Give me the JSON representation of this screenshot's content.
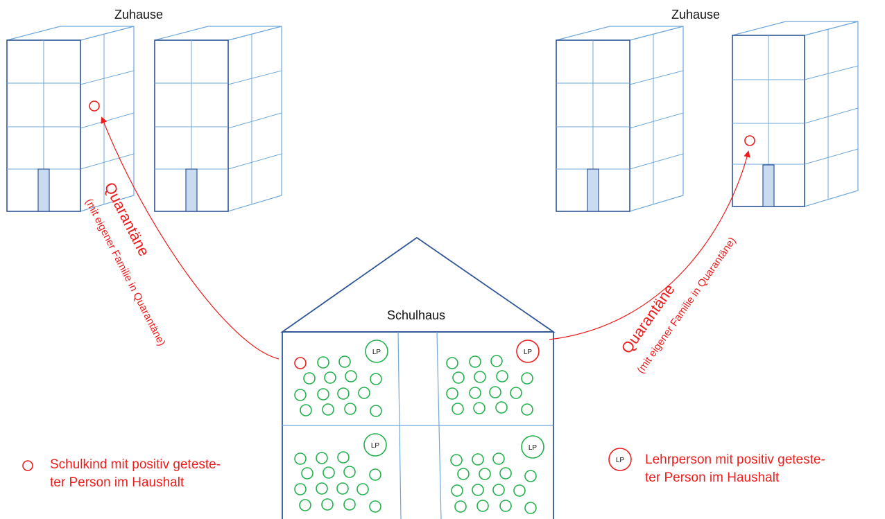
{
  "labels": {
    "home_left": "Zuhause",
    "home_right": "Zuhause",
    "school": "Schulhaus",
    "quarantine_left": "Quarantäne",
    "quarantine_left_sub": "(mit eigener Familie in Quarantäne)",
    "quarantine_right": "Quarantäne",
    "quarantine_right_sub": "(mit eigener Familie in Quarantäne)",
    "teacher_abbr": "LP"
  },
  "legend": {
    "child_line1": "Schulkind mit positiv geteste-",
    "child_line2": "ter Person im Haushalt",
    "teacher_line1": "Lehrperson mit positiv geteste-",
    "teacher_line2": "ter Person im Haushalt"
  },
  "colors": {
    "building_outline": "#2f5597",
    "grid_line": "#6fa8dc",
    "door_fill": "#c9dbf0",
    "quarantine_red": "#ee1c1c",
    "student_green": "#22b14c"
  },
  "classrooms": [
    {
      "name": "top-left",
      "teacher_positive": false,
      "positive_students": 1
    },
    {
      "name": "top-right",
      "teacher_positive": true,
      "positive_students": 0
    },
    {
      "name": "bottom-left",
      "teacher_positive": false,
      "positive_students": 0
    },
    {
      "name": "bottom-right",
      "teacher_positive": false,
      "positive_students": 0
    }
  ]
}
